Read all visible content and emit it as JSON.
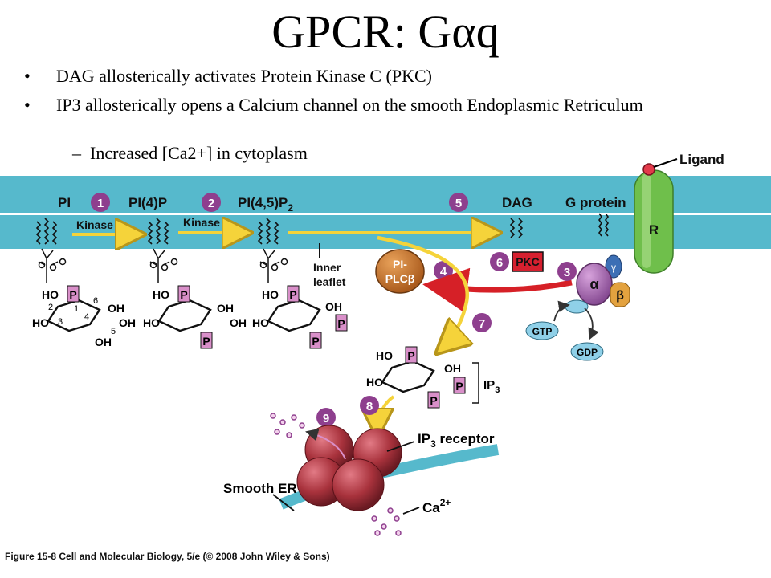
{
  "slide": {
    "title_main": "GPCR: G",
    "title_alpha": "α",
    "title_q": "q",
    "bullets": [
      "DAG allosterically activates Protein Kinase C (PKC)",
      "IP3 allosterically opens a Calcium channel on the smooth Endoplasmic Retriculum"
    ],
    "sub_bullet": "Increased [Ca2+] in cytoplasm",
    "bullet_mark": "•",
    "sub_mark": "–"
  },
  "figure": {
    "ligand_label": "Ligand",
    "receptor_label": "R",
    "membrane_labels": {
      "pi": "PI",
      "pi4p": "PI(4)P",
      "pi45p2_main": "PI(4,5)P",
      "pi45p2_sub": "2",
      "dag": "DAG",
      "g_protein": "G protein"
    },
    "kinase_labels": [
      "Kinase",
      "Kinase"
    ],
    "inner_leaflet_label": [
      "Inner",
      "leaflet"
    ],
    "enzyme_labels": {
      "plc_line1": "PI-",
      "plc_line2": "PLCβ",
      "pkc": "PKC",
      "alpha": "α",
      "beta": "β",
      "gamma": "γ",
      "gtp": "GTP",
      "gdp": "GDP"
    },
    "steps": [
      "1",
      "2",
      "3",
      "4",
      "5",
      "6",
      "7",
      "8",
      "9"
    ],
    "ring": {
      "ho": "HO",
      "oh": "OH",
      "p": "P",
      "positions": [
        "1",
        "2",
        "3",
        "4",
        "5",
        "6"
      ]
    },
    "ip3_label": "IP",
    "ip3_sub": "3",
    "ip3_receptor_main": "IP",
    "ip3_receptor_sub": "3",
    "ip3_receptor_rest": " receptor",
    "smooth_er_label": "Smooth ER",
    "ca_label": "Ca",
    "ca_sup": "2+",
    "caption": "Figure 15-8 Cell and Molecular Biology, 5/e (© 2008 John Wiley & Sons)"
  },
  "colors": {
    "membrane": "#56b9cc",
    "step_circle": "#8e3f8e",
    "phosphate": "#d98fc9",
    "pkc": "#d6202f",
    "plc": "#c8722a",
    "receptor": "#6fbf4b",
    "g_alpha": "#9e59a9",
    "g_beta": "#e3a23f",
    "g_gamma": "#3c6fb5",
    "gtp": "#8fd0e8",
    "er_sphere": "#a8323c",
    "arrow_yellow": "#f5d33a",
    "arrow_red": "#d62027"
  }
}
